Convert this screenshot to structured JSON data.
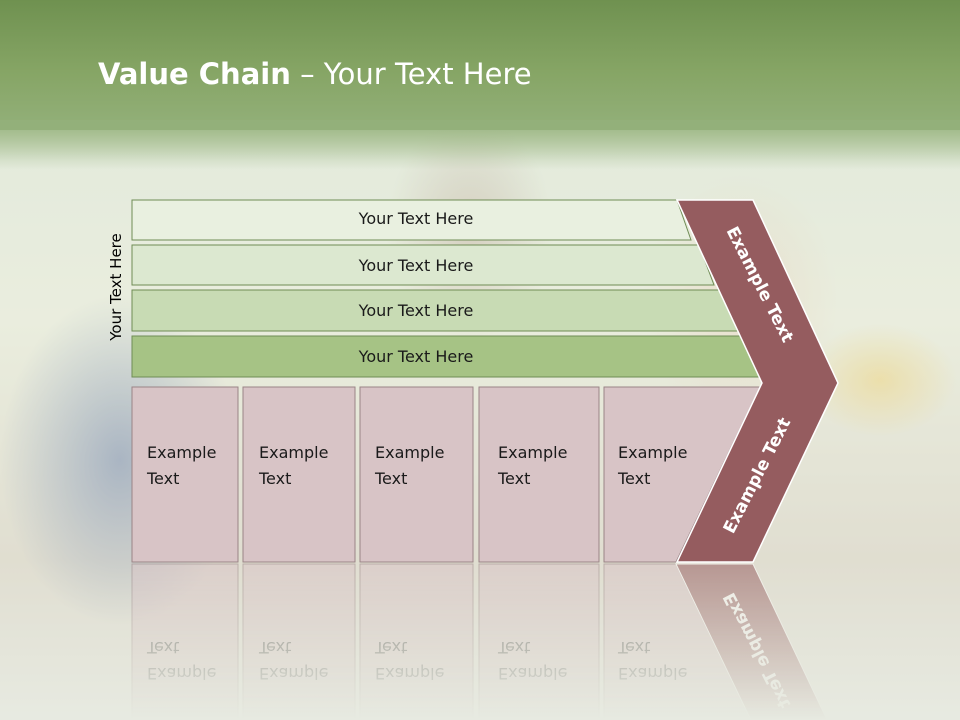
{
  "slide": {
    "title_bold": "Value Chain",
    "title_rest": " – Your Text Here"
  },
  "vertical_label": "Your Text Here",
  "support_bands": [
    {
      "label": "Your Text Here",
      "fill": "#e9f0e0"
    },
    {
      "label": "Your Text Here",
      "fill": "#dce8d0"
    },
    {
      "label": "Your Text Here",
      "fill": "#c8dbb4"
    },
    {
      "label": "Your Text Here",
      "fill": "#a6c385"
    }
  ],
  "primary_boxes": [
    {
      "line1": "Example",
      "line2": "Text"
    },
    {
      "line1": "Example",
      "line2": "Text"
    },
    {
      "line1": "Example",
      "line2": "Text"
    },
    {
      "line1": "Example",
      "line2": "Text"
    },
    {
      "line1": "Example",
      "line2": "Text"
    }
  ],
  "chevron": {
    "upper_label": "Example Text",
    "lower_label": "Example Text",
    "fill": "#955c5f"
  },
  "colors": {
    "title_band": "#86a565",
    "box_fill": "#d8c4c6",
    "box_stroke": "#9a8486",
    "band_stroke": "#6f8c55"
  }
}
